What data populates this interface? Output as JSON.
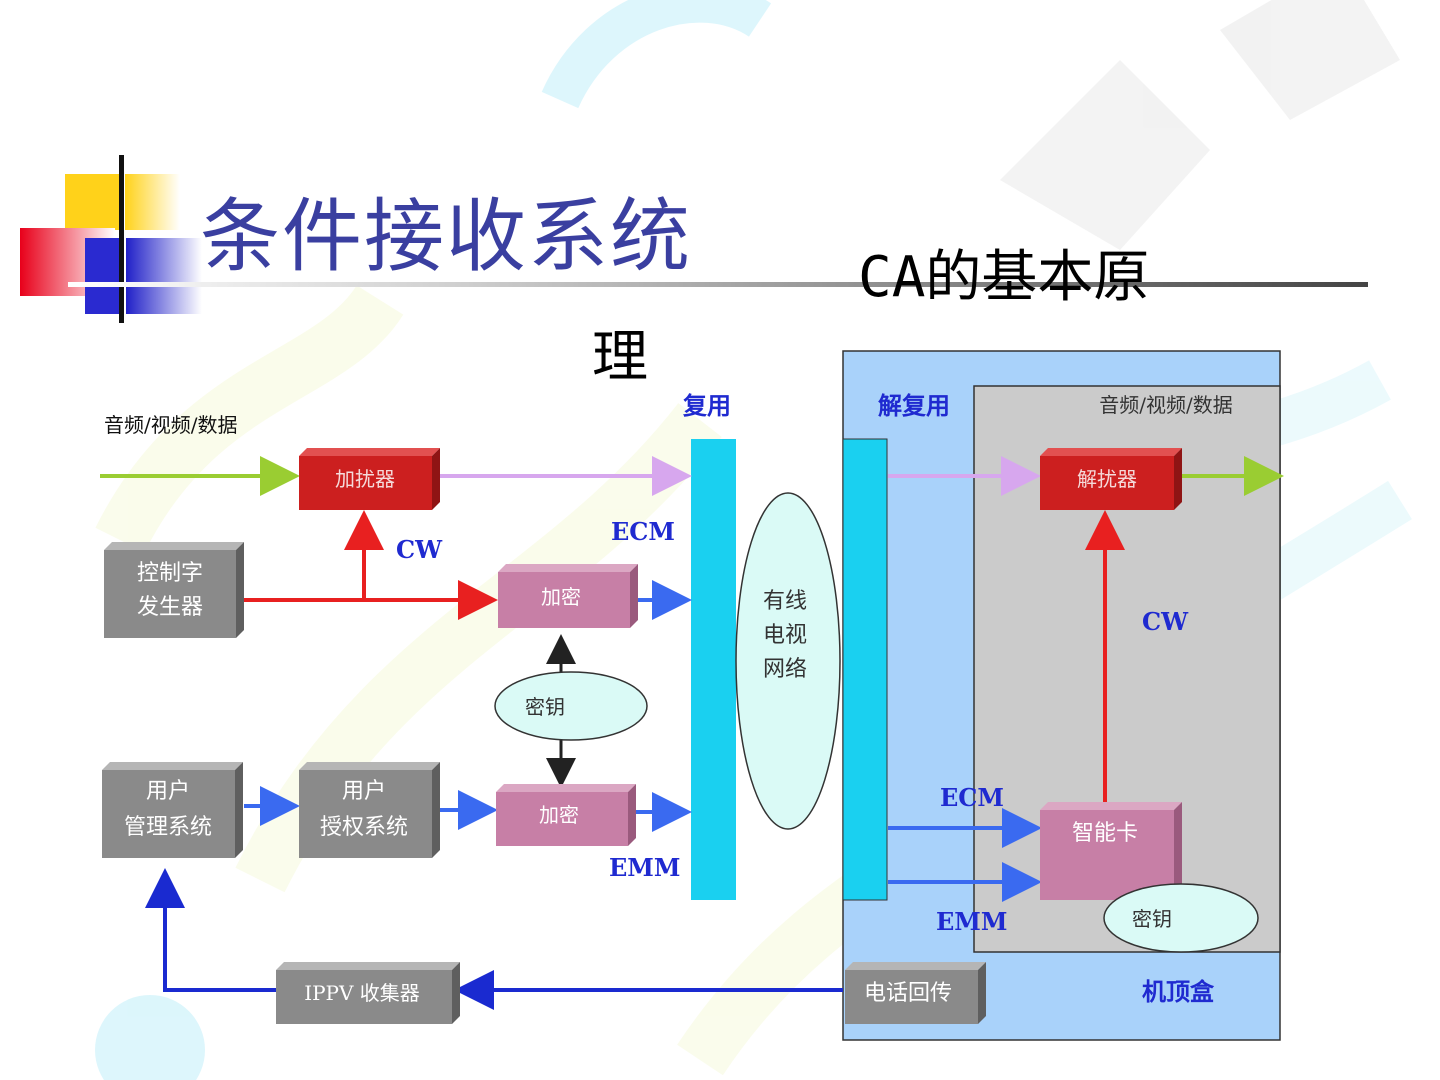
{
  "slide": {
    "title": "条件接收系统",
    "subtitle_line1": "CA的基本原",
    "subtitle_line2": "理"
  },
  "diagram": {
    "headend": {
      "input_label": "音频/视频/数据",
      "scrambler": "加扰器",
      "cw_generator": [
        "控制字",
        "发生器"
      ],
      "cw_label": "CW",
      "encrypt_ecm": "加密",
      "encrypt_emm": "加密",
      "key": "密钥",
      "ecm_label": "ECM",
      "emm_label": "EMM",
      "mux_label": "复用",
      "user_mgmt": [
        "用户",
        "管理系统"
      ],
      "user_auth": [
        "用户",
        "授权系统"
      ],
      "ippv": "IPPV 收集器"
    },
    "network": [
      "有线",
      "电视",
      "网络"
    ],
    "set_top_box": {
      "demux_label": "解复用",
      "output_label": "音频/视频/数据",
      "descrambler": "解扰器",
      "cw_label": "CW",
      "smart_card": "智能卡",
      "key": "密钥",
      "ecm_label": "ECM",
      "emm_label": "EMM",
      "phone_return": "电话回传",
      "box_label": "机顶盒"
    }
  },
  "colors": {
    "title": "#3a3fa0",
    "red_box": "#cc1f1f",
    "gray_box": "#8a8a8a",
    "pink_box": "#c77fa6",
    "cyan_bar": "#1ad0f0",
    "stb_bg": "#a9d2fa",
    "inner_bg": "#cbcbcb",
    "ellipse": "#dafaf6",
    "label_blue": "#1f2ad0"
  }
}
